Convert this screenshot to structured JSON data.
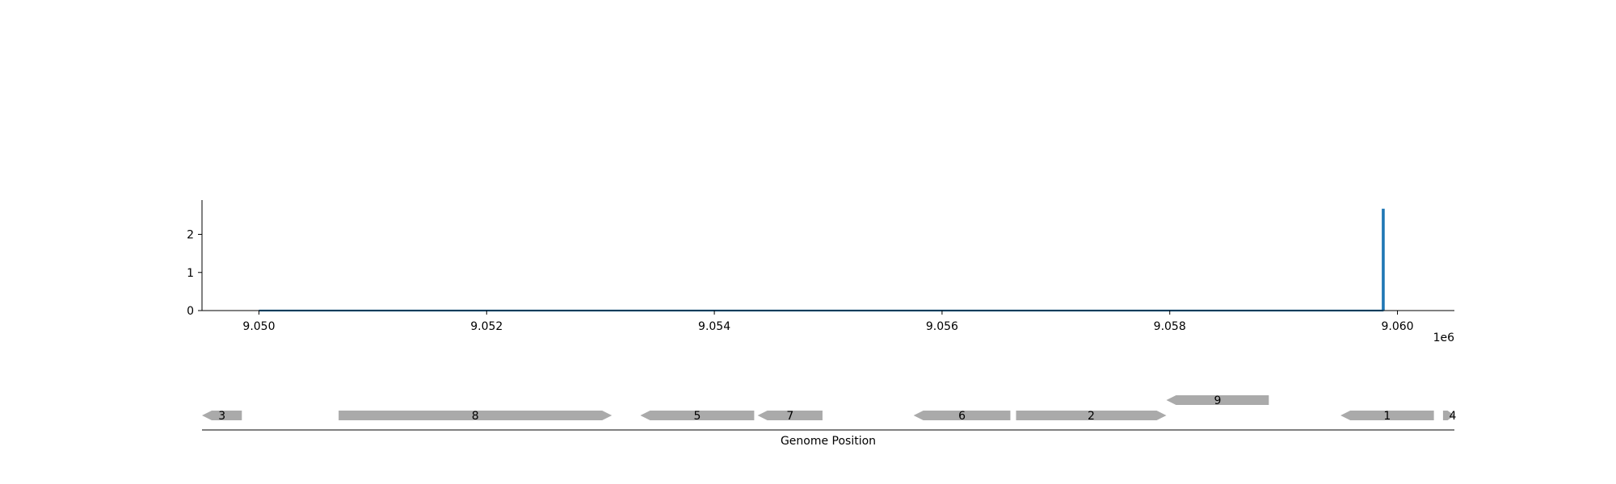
{
  "chart_data": [
    {
      "type": "line",
      "x_offset_label": "1e6",
      "xlim": [
        9049500,
        9060500
      ],
      "ylim": [
        0,
        2.9
      ],
      "x_ticks": [
        {
          "value": 9050000,
          "label": "9.050"
        },
        {
          "value": 9052000,
          "label": "9.052"
        },
        {
          "value": 9054000,
          "label": "9.054"
        },
        {
          "value": 9056000,
          "label": "9.056"
        },
        {
          "value": 9058000,
          "label": "9.058"
        },
        {
          "value": 9060000,
          "label": "9.060"
        }
      ],
      "y_ticks": [
        {
          "value": 0,
          "label": "0"
        },
        {
          "value": 1,
          "label": "1"
        },
        {
          "value": 2,
          "label": "2"
        }
      ],
      "series": [
        {
          "color": "#1f77b4",
          "points": [
            [
              9050000,
              0
            ],
            [
              9059870,
              0
            ],
            [
              9059870,
              2.65
            ],
            [
              9059880,
              2.65
            ],
            [
              9059880,
              0
            ]
          ]
        }
      ],
      "grid": false
    },
    {
      "type": "gene-track",
      "xlabel": "Genome Position",
      "xlim": [
        9049500,
        9060500
      ],
      "gene_color": "#aaaaaa",
      "genes": [
        {
          "label": "3",
          "start": 9049500,
          "end": 9049850,
          "strand": "-",
          "row": 0
        },
        {
          "label": "8",
          "start": 9050700,
          "end": 9053100,
          "strand": "+",
          "row": 0
        },
        {
          "label": "5",
          "start": 9053350,
          "end": 9054350,
          "strand": "-",
          "row": 0
        },
        {
          "label": "7",
          "start": 9054380,
          "end": 9054950,
          "strand": "-",
          "row": 0
        },
        {
          "label": "6",
          "start": 9055750,
          "end": 9056600,
          "strand": "-",
          "row": 0
        },
        {
          "label": "2",
          "start": 9056650,
          "end": 9057970,
          "strand": "+",
          "row": 0
        },
        {
          "label": "9",
          "start": 9057970,
          "end": 9058870,
          "strand": "-",
          "row": 1
        },
        {
          "label": "1",
          "start": 9059500,
          "end": 9060320,
          "strand": "-",
          "row": 0
        },
        {
          "label": "4",
          "start": 9060400,
          "end": 9060500,
          "strand": "+",
          "row": 0
        }
      ]
    }
  ]
}
